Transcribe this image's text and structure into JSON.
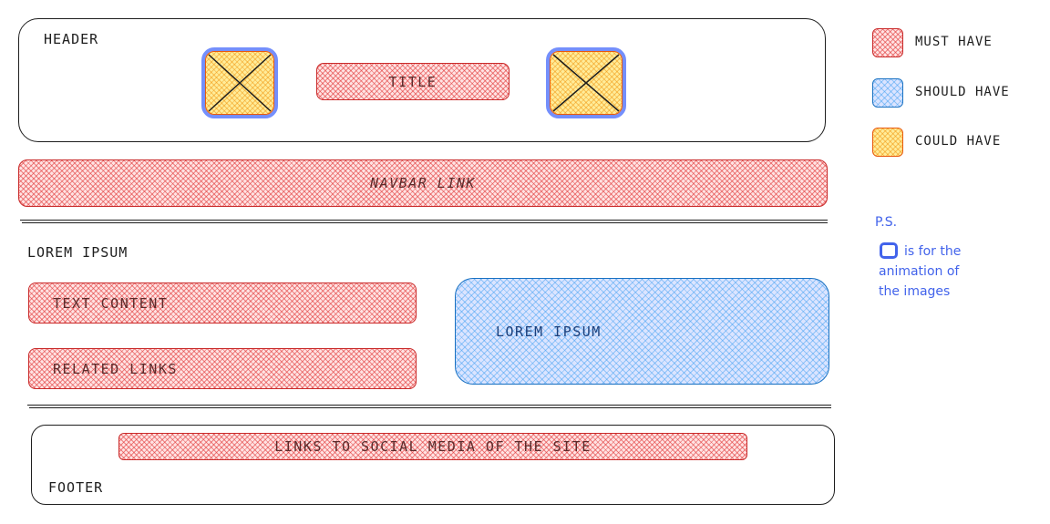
{
  "header": {
    "label": "HEADER",
    "title": "TITLE"
  },
  "navbar": {
    "label": "NAVBAR LINK"
  },
  "main": {
    "heading": "LOREM IPSUM",
    "text_content": "TEXT CONTENT",
    "related_links": "RELATED LINKS",
    "side_box": "LOREM IPSUM"
  },
  "footer": {
    "social": "LINKS TO SOCIAL MEDIA OF THE SITE",
    "label": "FOOTER"
  },
  "legend": [
    {
      "label": "MUST HAVE",
      "color": "#e03131"
    },
    {
      "label": "SHOULD HAVE",
      "color": "#1971c2"
    },
    {
      "label": "COULD HAVE",
      "color": "#f08c00"
    }
  ],
  "note": {
    "ps": "P.S.",
    "line1": "is for the",
    "line2": "animation of",
    "line3": "the images"
  }
}
